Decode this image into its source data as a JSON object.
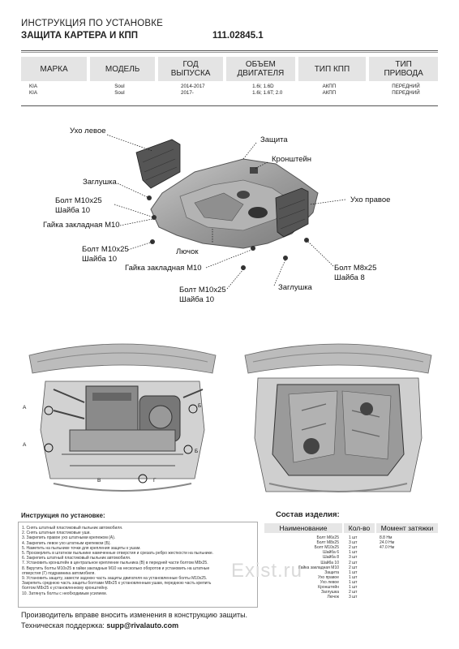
{
  "header": {
    "title_line1": "ИНСТРУКЦИЯ ПО УСТАНОВКЕ",
    "title_line2": "ЗАЩИТА КАРТЕРА И КПП",
    "part_number": "111.02845.1"
  },
  "spec_table": {
    "headers": [
      "МАРКА",
      "МОДЕЛЬ",
      "ГОД\nВЫПУСКА",
      "ОБЪЕМ\nДВИГАТЕЛЯ",
      "ТИП КПП",
      "ТИП\nПРИВОДА"
    ],
    "rows": [
      [
        "KIA",
        "Soul",
        "2014-2017",
        "1.6i; 1.6D",
        "АКПП",
        "ПЕРЕДНИЙ"
      ],
      [
        "KIA",
        "Soul",
        "2017-",
        "1.6i; 1.6T; 2.0",
        "АКПП",
        "ПЕРЕДНИЙ"
      ]
    ]
  },
  "diagram_labels": {
    "uho_levoe": "Ухо левое",
    "zashita": "Защита",
    "kronshtein": "Кронштейн",
    "zaglushka_1": "Заглушка",
    "bolt_m10_1": "Болт М10х25",
    "shaiba_10_1": "Шайба 10",
    "uho_pravoe": "Ухо правое",
    "gaika_1": "Гайка закладная М10",
    "bolt_m10_2": "Болт М10х25",
    "shaiba_10_2": "Шайба 10",
    "luchok": "Лючок",
    "gaika_2": "Гайка закладная М10",
    "bolt_m8": "Болт М8х25",
    "shaiba_8": "Шайба 8",
    "bolt_m10_3": "Болт М10х25",
    "shaiba_10_3": "Шайба 10",
    "zaglushka_2": "Заглушка"
  },
  "photo_markers": {
    "a_top": "А",
    "a_mid": "А",
    "b_left": "Б",
    "b_right": "Б",
    "g_mark": "Г",
    "v_mark": "В"
  },
  "instructions": {
    "title": "Инструкция по установке:",
    "steps": [
      "1. Снять штатный пластиковый пыльник автомобиля.",
      "2. Снять штатные пластиковые уши.",
      "3. Закрепить правое ухо штатными крепежом (А).",
      "4. Закрепить левое ухо штатным крепежом (Б).",
      "5. Наметить на пыльнике точки для крепления защиты к ушам.",
      "5. Просверлить в штатном пыльнике намеченные отверстия и срезать ребро жесткости на пыльнике.",
      "6. Закрепить штатный пластиковый пыльник автомобиля.",
      "7. Установить кронштейн в центральное крепление пыльника (В) в передней части болтом М8х25.",
      "8. Вкрутить болты М10х25 в гайки закладные М10 на несколько оборотов и установить на штатные",
      "отверстия (Г) подрамника автомобиля.",
      "9. Установить защиту, завести заднюю часть защиты двигателя на установленные болты М10х25.",
      "Закрепить среднюю часть защиты болтами М8х25 к установленным ушам, переднюю часть крепить",
      "болтом М8х25 к установленному кронштейну.",
      "10. Затянуть болты с необходимым усилием."
    ]
  },
  "parts": {
    "title": "Состав изделия:",
    "headers": [
      "Наименование",
      "Кол-во",
      "Момент затяжки"
    ],
    "rows": [
      [
        "Болт М6х25",
        "1 шт",
        "8.8 Нм"
      ],
      [
        "Болт М8х25",
        "3 шт",
        "24.0 Нм"
      ],
      [
        "Болт М10х25",
        "2 шт",
        "47.0 Нм"
      ],
      [
        "Шайба 6",
        "1 шт",
        ""
      ],
      [
        "Шайба 8",
        "3 шт",
        ""
      ],
      [
        "Шайба 10",
        "2 шт",
        ""
      ],
      [
        "Гайка закладная М10",
        "2 шт",
        ""
      ],
      [
        "Защита",
        "1 шт",
        ""
      ],
      [
        "Ухо правое",
        "1 шт",
        ""
      ],
      [
        "Ухо левое",
        "1 шт",
        ""
      ],
      [
        "Кронштейн",
        "1 шт",
        ""
      ],
      [
        "Заглушка",
        "2 шт",
        ""
      ],
      [
        "Лючок",
        "3 шт",
        ""
      ]
    ]
  },
  "watermark": "Exist.ru",
  "footer": {
    "line1": "Производитель вправе вносить изменения в конструкцию защиты.",
    "support_label": "Техническая поддержка:",
    "support_email": "supp@rivalauto.com"
  }
}
